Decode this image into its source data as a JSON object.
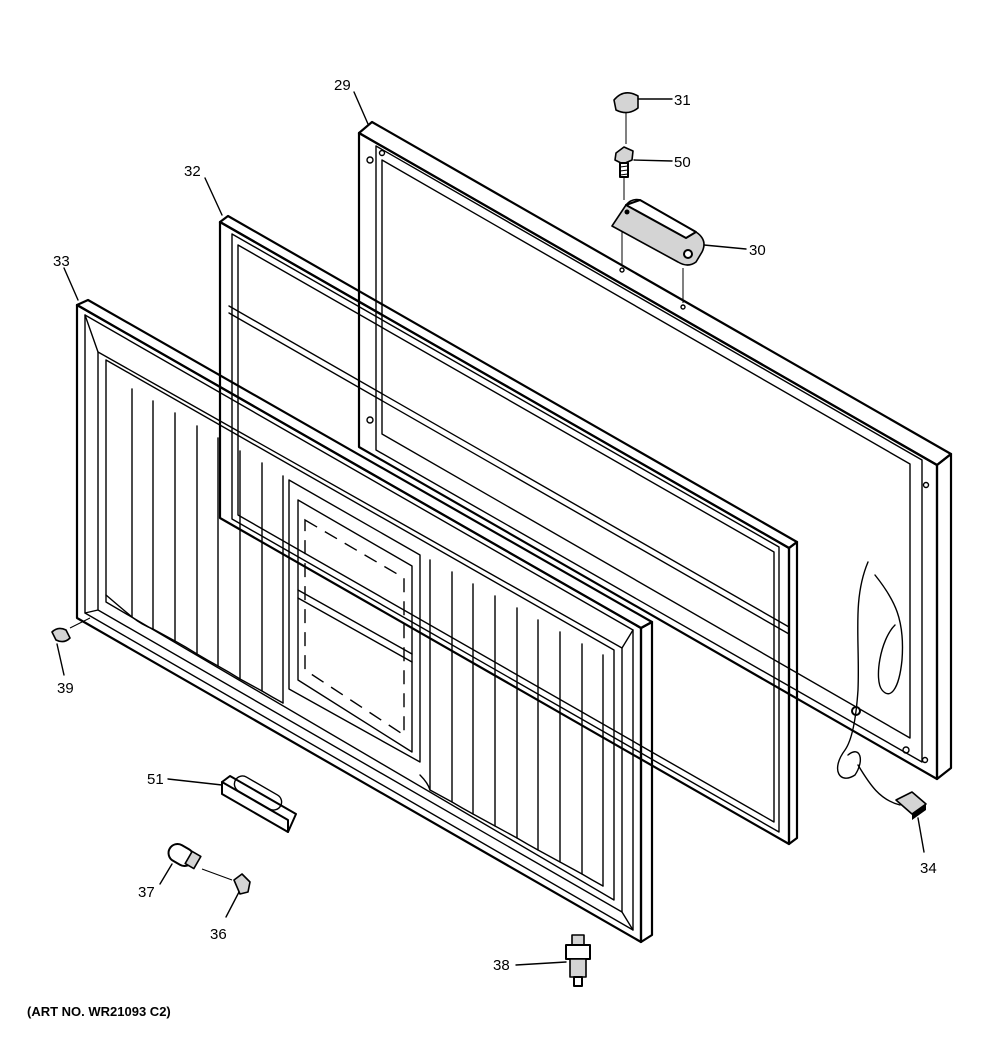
{
  "diagram": {
    "art_number": "(ART NO. WR21093 C2)",
    "callouts": {
      "p29": "29",
      "p31": "31",
      "p50": "50",
      "p30": "30",
      "p32": "32",
      "p33": "33",
      "p39": "39",
      "p51": "51",
      "p37": "37",
      "p36": "36",
      "p38": "38",
      "p34": "34"
    }
  }
}
